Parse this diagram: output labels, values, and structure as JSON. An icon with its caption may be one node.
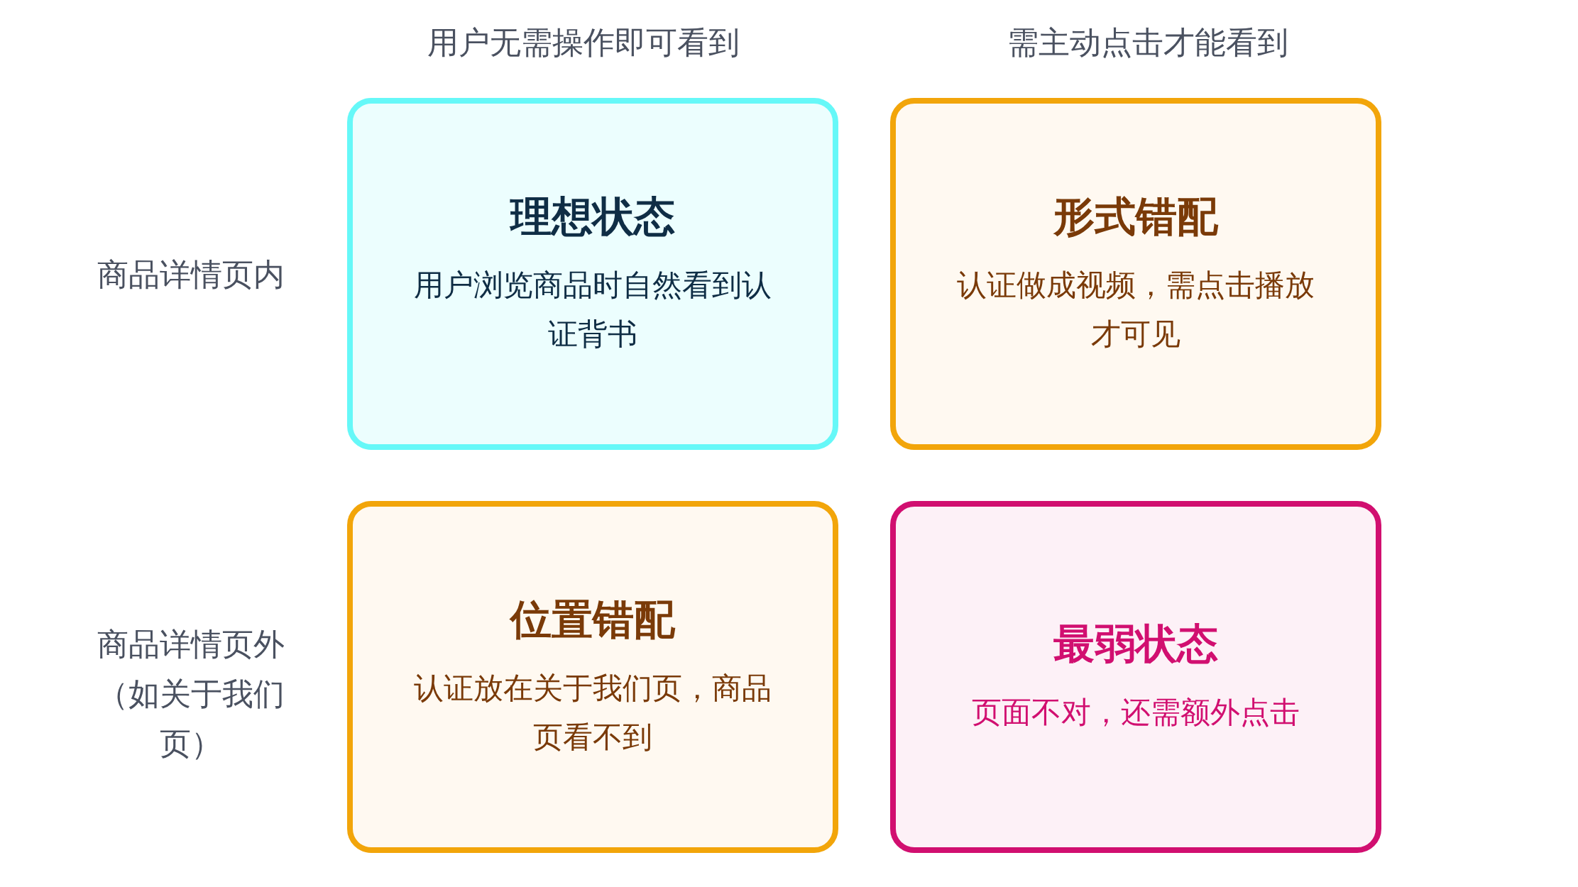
{
  "diagram": {
    "nodes": [
      {
        "text": [
          "理想状态",
          "用户浏览商品时自然看到认证背书"
        ]
      },
      {
        "text": [
          "形式错配",
          "认证做成视频，需点击播放才可见"
        ]
      },
      {
        "text": [
          "位置错配",
          "认证放在关于我们页，商品页看不到"
        ]
      },
      {
        "text": [
          "最弱状态",
          "页面不对，还需额外点击"
        ]
      }
    ],
    "labels": [
      "用户无需操作即可看到",
      "需主动点击才能看到",
      "商品详情页内",
      "商品详情页外（如关于我们页）"
    ]
  }
}
